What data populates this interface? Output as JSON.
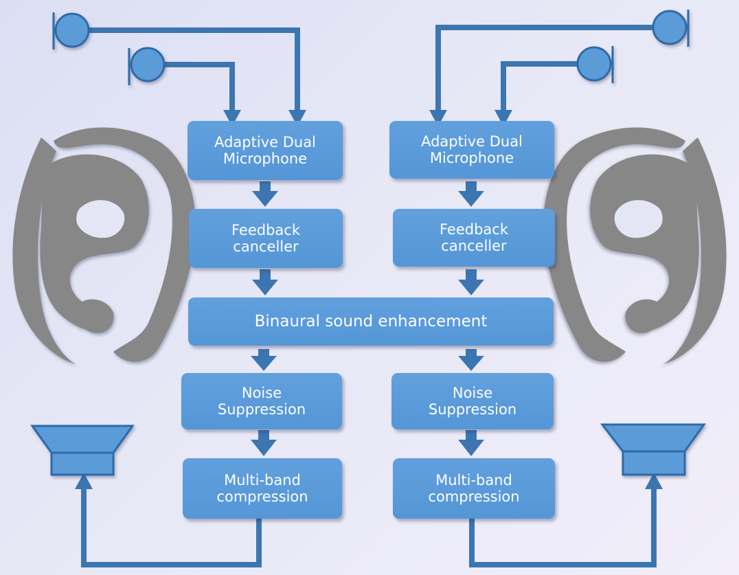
{
  "blocks": {
    "left_adm": "Adaptive Dual\nMicrophone",
    "right_adm": "Adaptive Dual\nMicrophone",
    "left_feedback": "Feedback\ncanceller",
    "right_feedback": "Feedback\ncanceller",
    "binaural": "Binaural sound enhancement",
    "left_noise": "Noise\nSuppression",
    "right_noise": "Noise\nSuppression",
    "left_compression": "Multi-band\ncompression",
    "right_compression": "Multi-band\ncompression"
  },
  "colors": {
    "block_fill": "#5a9bd8",
    "connector": "#3c76b0",
    "ear": "#878787",
    "background": "#e4e5f5"
  },
  "icons": [
    "microphone-icon",
    "speaker-icon",
    "ear-icon"
  ]
}
